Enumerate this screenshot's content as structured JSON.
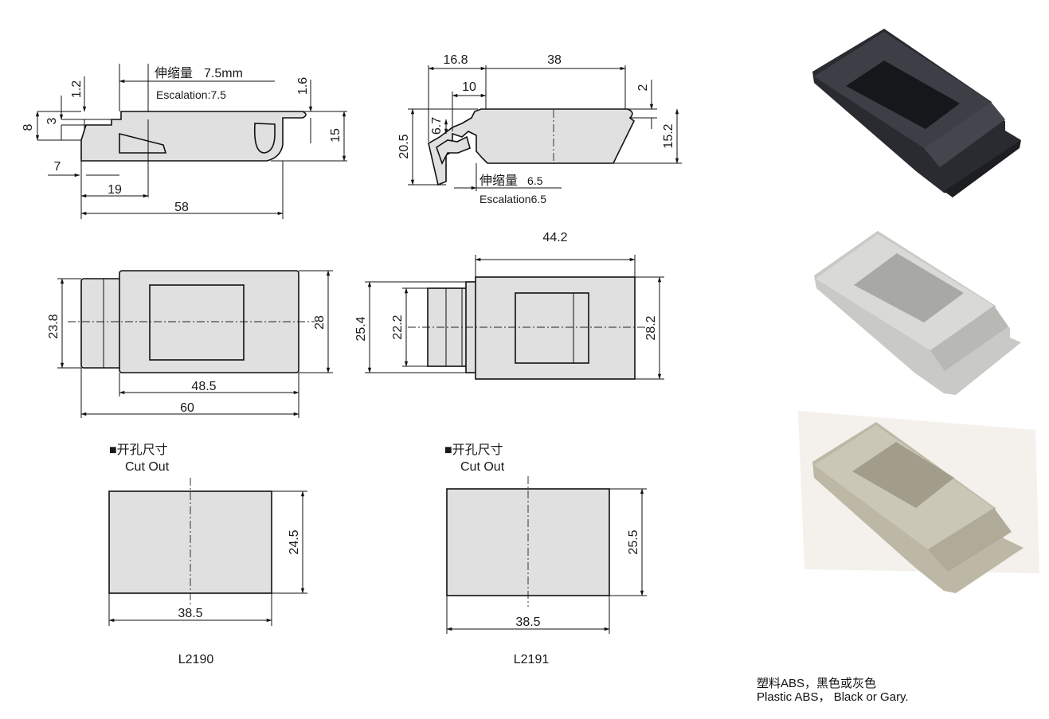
{
  "l2190": {
    "model": "L2190",
    "escalation_cn": "伸缩量",
    "escalation_value": "7.5mm",
    "escalation_en": "Escalation:7.5",
    "side_dims": [
      "1.2",
      "1.6",
      "8",
      "3",
      "15",
      "7",
      "19",
      "58"
    ],
    "top_dims": [
      "23.8",
      "28",
      "48.5",
      "60"
    ],
    "cutout_title_cn": "■开孔尺寸",
    "cutout_title_en": "Cut Out",
    "cutout_dims": [
      "24.5",
      "38.5"
    ]
  },
  "l2191": {
    "model": "L2191",
    "escalation_cn": "伸缩量",
    "escalation_value": "6.5",
    "escalation_en": "Escalation6.5",
    "side_dims": [
      "16.8",
      "38",
      "10",
      "2",
      "20.5",
      "6.7",
      "15.2"
    ],
    "top_dims": [
      "44.2",
      "25.4",
      "22.2",
      "28.2"
    ],
    "cutout_title_cn": "■开孔尺寸",
    "cutout_title_en": "Cut Out",
    "cutout_dims": [
      "25.5",
      "38.5"
    ]
  },
  "material": {
    "line_cn": "塑料ABS，黑色或灰色",
    "line_en": "Plastic ABS， Black or Gary."
  },
  "colors": {
    "part_fill": "#e0e0e0",
    "photo_black": "#2a2b31",
    "photo_grey": "#c9c9c6",
    "photo_beige": "#bdb8a6"
  }
}
